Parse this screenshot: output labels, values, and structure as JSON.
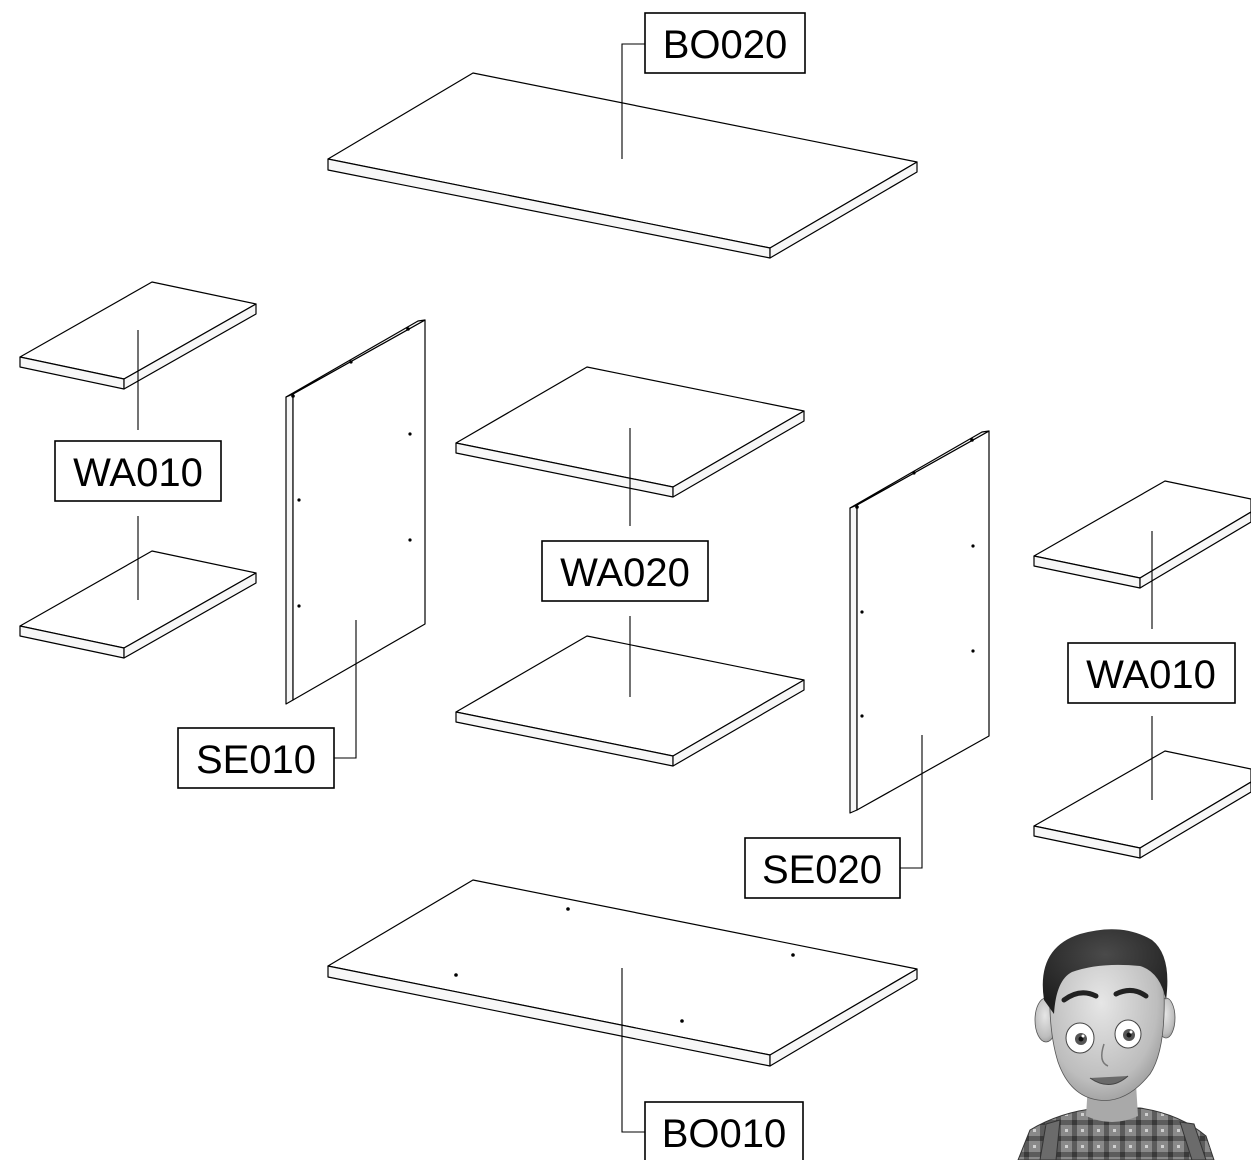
{
  "labels": {
    "bo020": "BO020",
    "wa010_left": "WA010",
    "wa020": "WA020",
    "wa010_right": "WA010",
    "se010": "SE010",
    "se020": "SE020",
    "bo010": "BO010"
  },
  "colors": {
    "line": "#000000",
    "face": "#ffffff",
    "edge": "#f7f7f7",
    "mascot_skin": "#cfcfcf",
    "mascot_hair": "#2b2b2b"
  },
  "icons": {
    "mascot": "cartoon-assembler-portrait"
  }
}
